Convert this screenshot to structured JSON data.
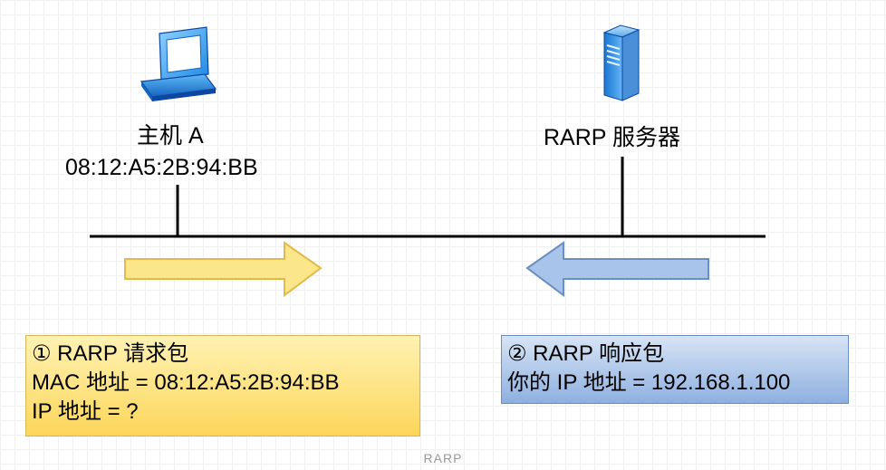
{
  "host": {
    "name": "主机 A",
    "mac": "08:12:A5:2B:94:BB",
    "icon": "laptop-icon"
  },
  "server": {
    "name": "RARP 服务器",
    "icon": "server-icon"
  },
  "request": {
    "arrow_color": "#fce68a",
    "lines": [
      "① RARP 请求包",
      "MAC 地址 = 08:12:A5:2B:94:BB",
      "IP 地址 = ?"
    ]
  },
  "response": {
    "arrow_color": "#a9c4eb",
    "lines": [
      "②  RARP 响应包",
      "你的 IP 地址 = 192.168.1.100"
    ]
  },
  "caption": "RARP",
  "colors": {
    "request_fill": "#fcd65a",
    "request_border": "#d6b656",
    "response_fill": "#8eb0e0",
    "response_border": "#6c8ebf",
    "line": "#000000"
  }
}
